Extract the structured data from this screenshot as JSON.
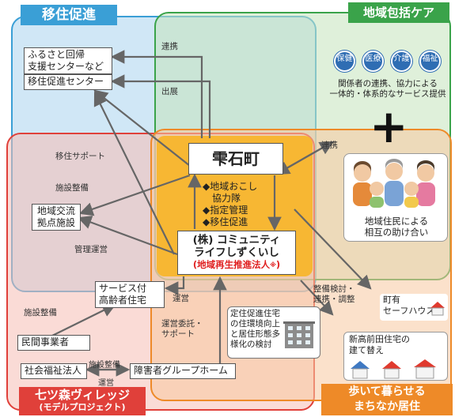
{
  "headers": {
    "ijuu": "移住促進",
    "chiiki_care": "地域包括ケア",
    "nanatsumori": "七ツ森ヴィレッジ",
    "nanatsumori_sub": "(モデルプロジェクト)",
    "machinaka": "歩いて暮らせる\nまちなか居住"
  },
  "boxes": {
    "furusato": "ふるさと回帰\n支援センターなど",
    "ijuu_center": "移住促進センター",
    "shizukuishi": "雫石町",
    "chiiki_kouryu": "地域交流\n拠点施設",
    "community_line1": "(株) コミュニティ",
    "community_line2": "ライフしずくいし",
    "community_line3": "(地域再生推進法人",
    "community_mark": "※",
    "community_close": ")",
    "service_jutaku": "サービス付\n高齢者住宅",
    "minkan": "民間事業者",
    "shakai_fukushi": "社会福祉法人",
    "shogaisha": "障害者グループホーム",
    "teiju": "定住促進住宅\nの住環境向上\nと居住形態多\n様化の検討",
    "chouyuu": "町有\nセーフハウス",
    "shintakamaeda": "新高前田住宅の\n建て替え",
    "chiiki_jumin": "地域住民による\n相互の助け合い",
    "kankeisha": "関係者の連携、協力による\n一体的・体系的なサービス提供"
  },
  "services": [
    "保健",
    "医療",
    "介護",
    "福祉"
  ],
  "plus_sign": "+",
  "town_activities": [
    "◆地域おこし",
    "　協力隊",
    "◆指定管理",
    "◆移住促進"
  ],
  "labels": {
    "renkei_top": "連携",
    "shutten": "出展",
    "iju_support": "移住サポート",
    "shisetsu_seibi_1": "施設整備",
    "kanri_unei": "管理運営",
    "renkei_right": "連携",
    "unei_1": "運営",
    "shisetsu_seibi_2": "施設整備",
    "unei_itaku": "運営委託・\nサポート",
    "seibi_kentou": "整備検討・\n連携・調整",
    "shisetsu_seibi_3": "施設整備",
    "unei_2": "運営"
  },
  "colors": {
    "blue_zone": "#c8e3f3",
    "blue_border": "#3a9fd6",
    "green_zone": "#d7ecd2",
    "green_border": "#3aa34a",
    "red_zone": "#f7d3ce",
    "red_border": "#e0403a",
    "orange_zone": "#f6d8bb",
    "orange_border": "#ee8a28",
    "core": "#f7b733",
    "red_text": "#e02020"
  }
}
